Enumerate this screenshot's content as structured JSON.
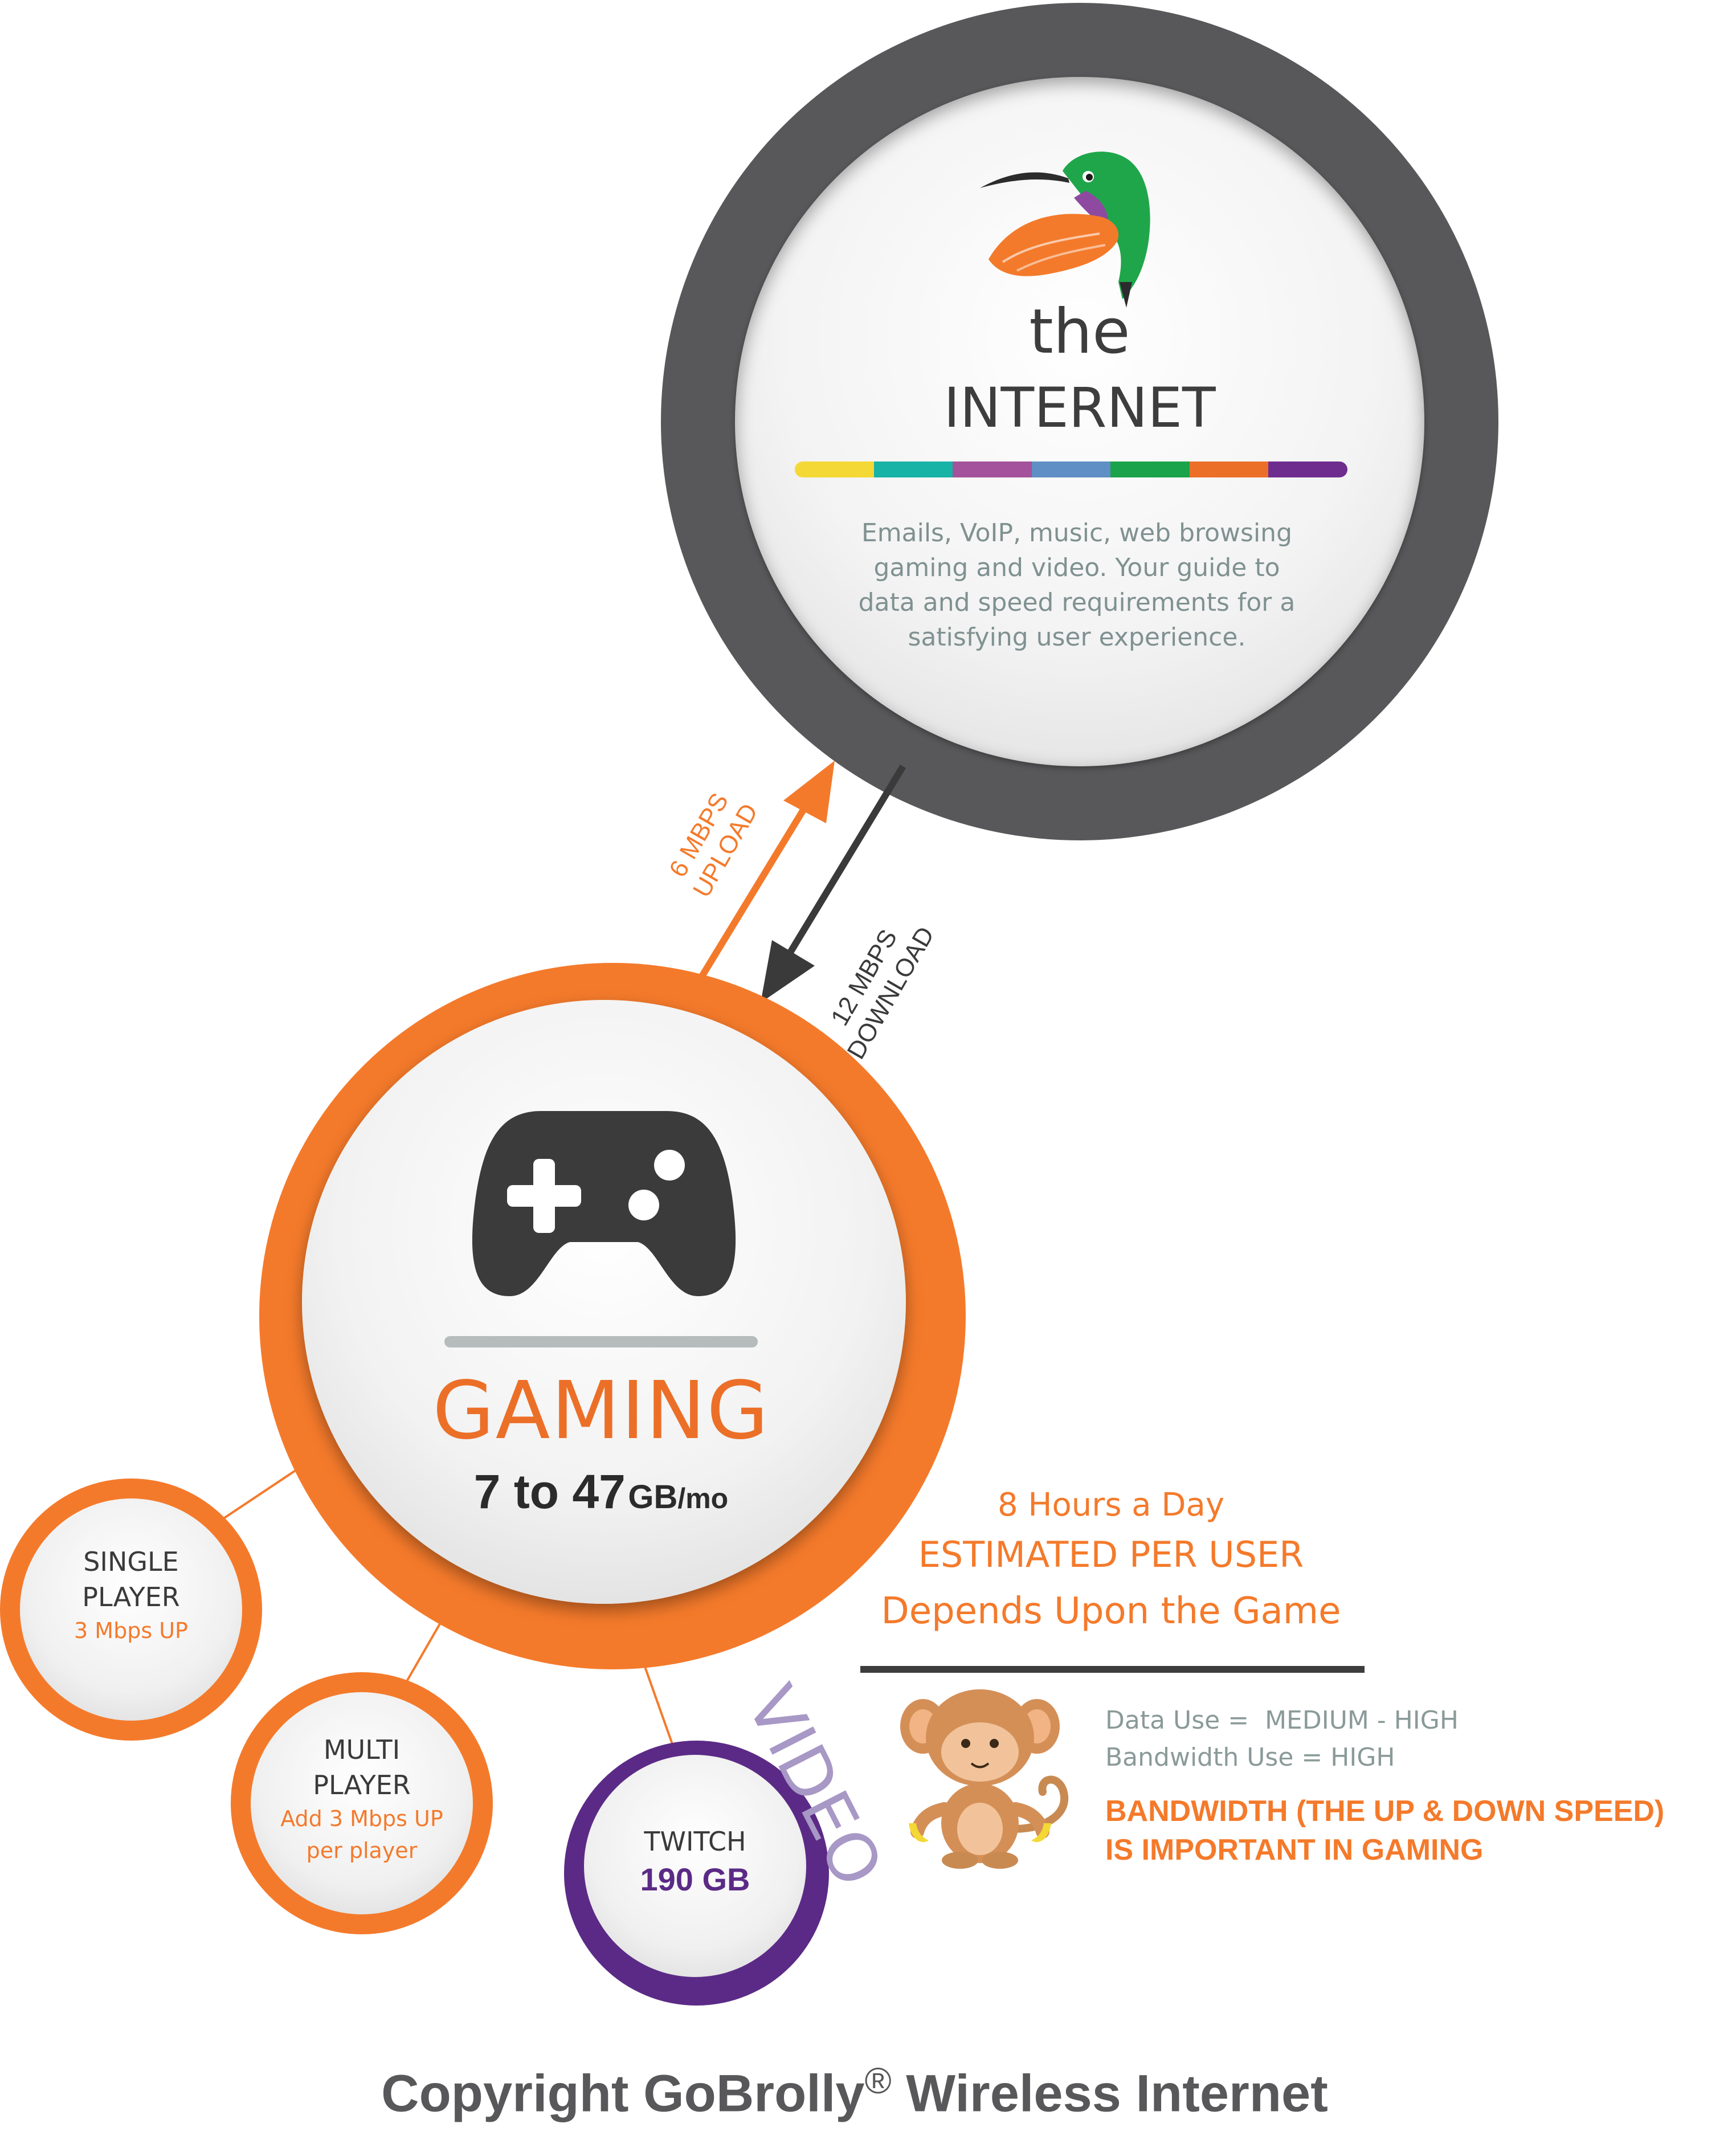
{
  "internet": {
    "title_line1": "the",
    "title_line2": "INTERNET",
    "description": [
      "Emails, VoIP, music, web browsing",
      "gaming and video. Your guide to",
      "data and speed requirements for a",
      "satisfying user experience."
    ],
    "color_bar": [
      "#f4d835",
      "#17b3a7",
      "#a3529b",
      "#5f8fc4",
      "#1aa34a",
      "#ec6f28",
      "#6e2c8f"
    ],
    "ring_color": "#58585a"
  },
  "arrows": {
    "upload": [
      "6 MBPS",
      "UPLOAD"
    ],
    "download": [
      "12 MBPS",
      "DOWNLOAD"
    ],
    "upload_color": "#f47a2b",
    "download_color": "#3a3a3a"
  },
  "gaming": {
    "icon": "gamepad-icon",
    "title": "GAMING",
    "usage_value": "7 to 47",
    "usage_unit": "GB",
    "usage_suffix": "/mo",
    "ring_color": "#f47a2b"
  },
  "sub_circles": {
    "single": {
      "line1": "SINGLE",
      "line2": "PLAYER",
      "detail": "3 Mbps UP"
    },
    "multi": {
      "line1": "MULTI",
      "line2": "PLAYER",
      "detail_line1": "Add 3 Mbps UP",
      "detail_line2": "per player"
    },
    "twitch": {
      "label": "TWITCH",
      "value": "190 GB",
      "ring_color": "#5b2a86"
    },
    "video_label": "VIDEO"
  },
  "estimate": {
    "line1": "8 Hours a Day",
    "line2": "ESTIMATED PER USER",
    "line3": "Depends Upon the Game"
  },
  "usage": {
    "mascot_icon": "monkey-icon",
    "data_use": "Data Use =  MEDIUM - HIGH",
    "bandwidth_use": "Bandwidth Use = HIGH",
    "warning_line1": "BANDWIDTH (THE UP & DOWN SPEED)",
    "warning_line2": "IS IMPORTANT IN GAMING"
  },
  "footer": {
    "copyright_prefix": "Copyright GoBrolly",
    "registered": "®",
    "copyright_suffix": " Wireless Internet"
  }
}
